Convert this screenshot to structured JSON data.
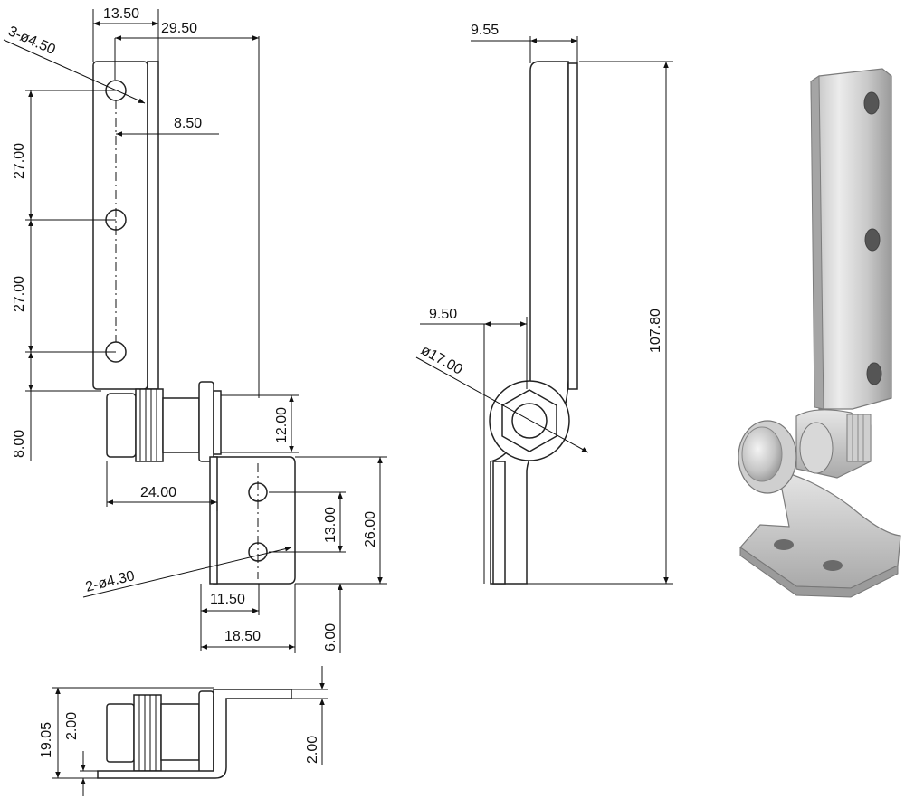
{
  "dimensions": {
    "front_top_width": "13.50",
    "front_overall_width": "29.50",
    "front_holes": "3-ø4.50",
    "front_hole_offset": "8.50",
    "front_hole_pitch_1": "27.00",
    "front_hole_pitch_2": "27.00",
    "front_bottom_gap": "8.00",
    "front_barrel_height": "12.00",
    "front_barrel_reach": "24.00",
    "bracket_hole_pitch": "13.00",
    "bracket_height": "26.00",
    "bracket_holes": "2-ø4.30",
    "bracket_hole_offset": "11.50",
    "bracket_width": "18.50",
    "bracket_bottom": "6.00",
    "side_top": "9.55",
    "side_offset": "9.50",
    "side_barrel_dia": "ø17.00",
    "side_overall_height": "107.80",
    "bottom_overall": "19.05",
    "bottom_thickness_1": "2.00",
    "bottom_thickness_2": "2.00"
  },
  "colors": {
    "line": "#111111",
    "metal_light": "#dcdcdc",
    "metal_dark": "#8a8a8a"
  }
}
